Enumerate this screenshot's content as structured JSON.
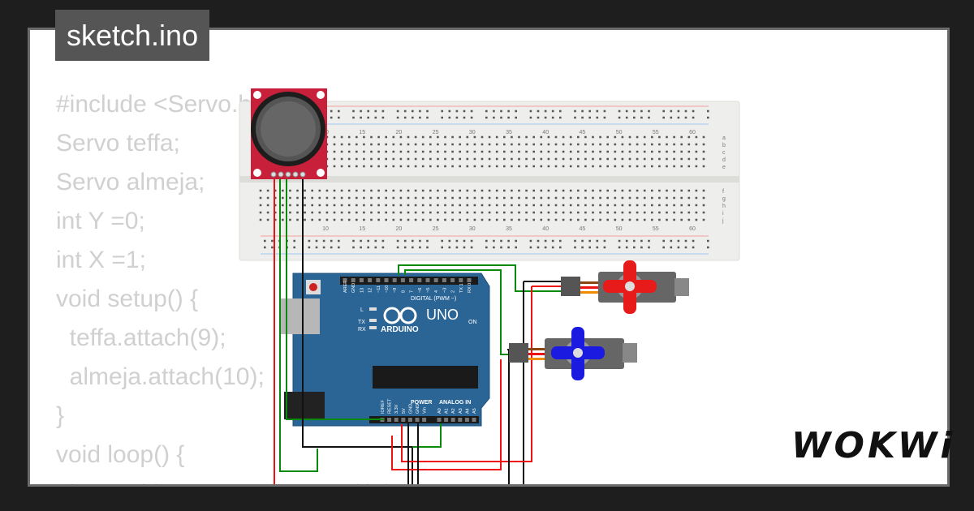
{
  "tab": {
    "filename": "sketch.ino"
  },
  "code": {
    "lines": [
      "#include <Servo.h>",
      "Servo teffa;",
      "Servo almeja;",
      "int Y =0;",
      "int X =1;",
      "void setup() {",
      "  teffa.attach(9);",
      "  almeja.attach(10);",
      "}",
      "void loop() {",
      "  int positionY = analogRead(Y);"
    ]
  },
  "breadboard": {
    "column_numbers": [
      "10",
      "15",
      "20",
      "25",
      "30",
      "35",
      "40",
      "45",
      "50",
      "55",
      "60"
    ],
    "row_letters_top": [
      "a",
      "b",
      "c",
      "d",
      "e"
    ],
    "row_letters_bottom": [
      "f",
      "g",
      "h",
      "i",
      "j"
    ]
  },
  "arduino": {
    "model": "UNO",
    "brand": "ARDUINO",
    "digital_label": "DIGITAL (PWM ~)",
    "power_label": "POWER",
    "analog_label": "ANALOG IN",
    "led_labels": [
      "L",
      "TX",
      "RX"
    ],
    "on_label": "ON",
    "header_top_labels": [
      "AREF",
      "GND",
      "13",
      "12",
      "~11",
      "~10",
      "~9",
      "8",
      "7",
      "~6",
      "~5",
      "4",
      "~3",
      "2",
      "TX 1",
      "RX 0"
    ],
    "header_power_labels": [
      "IOREF",
      "RESET",
      "3.3V",
      "5V",
      "GND",
      "GND",
      "Vin"
    ],
    "header_analog_labels": [
      "A0",
      "A1",
      "A2",
      "A3",
      "A4",
      "A5"
    ]
  },
  "servos": [
    {
      "name": "servo-top",
      "horn_color": "#e81b1b"
    },
    {
      "name": "servo-bottom",
      "horn_color": "#1a1ae0"
    }
  ],
  "joystick": {
    "board_color": "#c8203a"
  },
  "colors": {
    "arduino_blue": "#2a6596",
    "wire_red": "#e11",
    "wire_green": "#0a8a0a",
    "wire_black": "#111"
  },
  "branding": {
    "logo": "WOKWi"
  }
}
